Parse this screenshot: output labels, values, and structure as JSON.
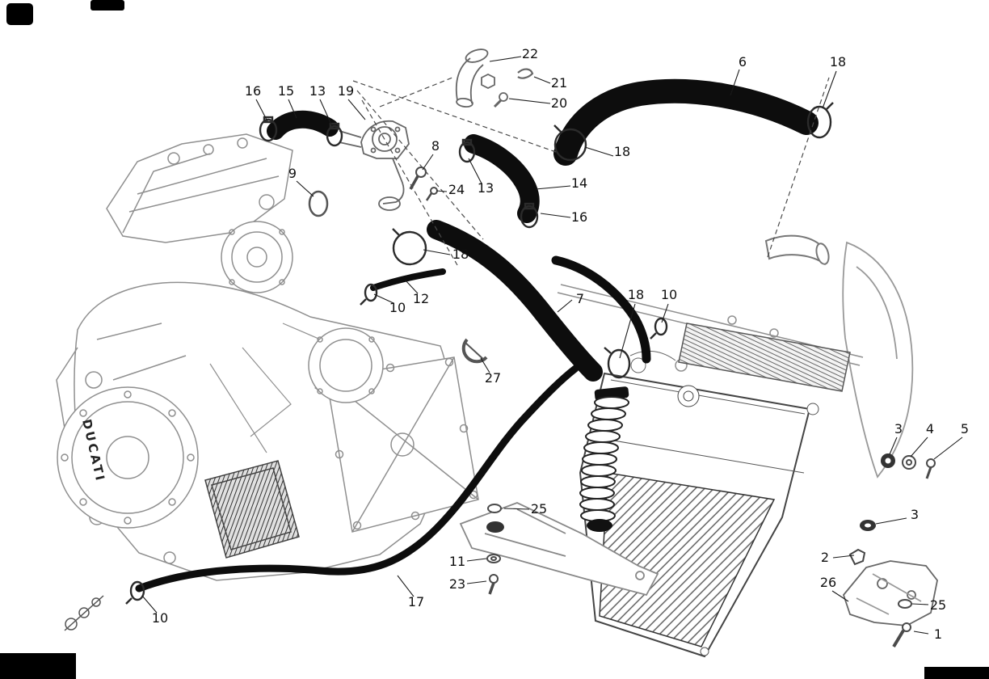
{
  "figure": {
    "brand_text": "DUCATI"
  },
  "callouts": [
    {
      "label": "22"
    },
    {
      "label": "21"
    },
    {
      "label": "20"
    },
    {
      "label": "6"
    },
    {
      "label": "18"
    },
    {
      "label": "16"
    },
    {
      "label": "15"
    },
    {
      "label": "13"
    },
    {
      "label": "19"
    },
    {
      "label": "8"
    },
    {
      "label": "13"
    },
    {
      "label": "14"
    },
    {
      "label": "18"
    },
    {
      "label": "9"
    },
    {
      "label": "24"
    },
    {
      "label": "16"
    },
    {
      "label": "18"
    },
    {
      "label": "12"
    },
    {
      "label": "10"
    },
    {
      "label": "7"
    },
    {
      "label": "18"
    },
    {
      "label": "10"
    },
    {
      "label": "27"
    },
    {
      "label": "3"
    },
    {
      "label": "4"
    },
    {
      "label": "5"
    },
    {
      "label": "3"
    },
    {
      "label": "2"
    },
    {
      "label": "25"
    },
    {
      "label": "11"
    },
    {
      "label": "23"
    },
    {
      "label": "26"
    },
    {
      "label": "25"
    },
    {
      "label": "1"
    },
    {
      "label": "17"
    },
    {
      "label": "10"
    }
  ]
}
